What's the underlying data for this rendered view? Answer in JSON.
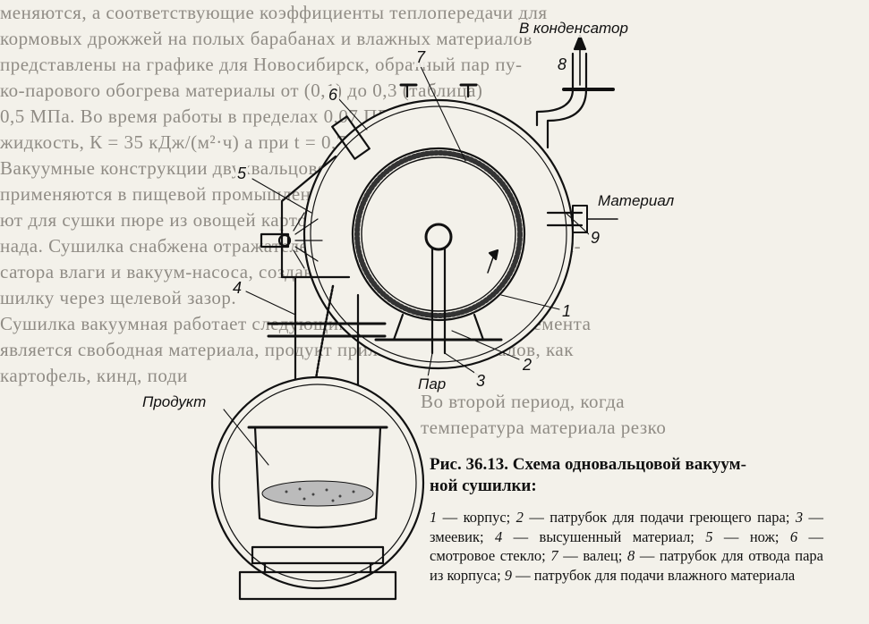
{
  "background_text": {
    "lines": [
      "меняются, а соответствующие коэффициенты теплопередачи для",
      "кормовых дрожжей на полых барабанах и влажных материалов",
      "представлены на графике для Новосибирск, обратный пар пу-",
      "ко-парового обогрева материалы от (0,1) до 0,3 (таблица)",
      "0,5 МПа. Во время работы в пределах 0,07 ПП сушильная",
      "жидкость, К = 35 кДж/(м²·ч) а при t = 0,7—0,5 МПа К = 45 кДж",
      "Вакуумные конструкции двухвальцовой вакуумной сушилки в",
      "применяются в пищевой промышленности. Они используются",
      "ют для сушки пюре из овощей картофеля, фруктов и рафи-",
      "нада. Сушилка снабжена отражателем и вакуумной камерой, конден-",
      "сатора влаги и вакуум-насоса, создающего вакуум, попавший в су-",
      "шилку через щелевой зазор.",
      "Сушилка вакуумная работает следующим образом: в первом элемента",
      "является свободная материала, продукт прилипших материалов, как",
      "картофель, кинд, поди",
      "Во второй период, когда",
      "температура материала резко"
    ]
  },
  "labels": {
    "condenser": "В конденсатор",
    "material": "Материал",
    "product": "Продукт",
    "steam": "Пар"
  },
  "numbers": {
    "n1": "1",
    "n2": "2",
    "n3": "3",
    "n4": "4",
    "n5": "5",
    "n6": "6",
    "n7": "7",
    "n8": "8",
    "n9": "9"
  },
  "caption": {
    "title": "Рис. 36.13. Схема одновальцовой вакуум-\nной сушилки:",
    "items": [
      {
        "n": "1",
        "text": " — корпус; "
      },
      {
        "n": "2",
        "text": " — патрубок для подачи греющего пара; "
      },
      {
        "n": "3",
        "text": " — змеевик; "
      },
      {
        "n": "4",
        "text": " — высушенный материал; "
      },
      {
        "n": "5",
        "text": " — нож; "
      },
      {
        "n": "6",
        "text": " — смотровое стекло; "
      },
      {
        "n": "7",
        "text": " — валец; "
      },
      {
        "n": "8",
        "text": " — патрубок для отвода пара из корпуса; "
      },
      {
        "n": "9",
        "text": " — патрубок для подачи влажного материала"
      }
    ]
  }
}
